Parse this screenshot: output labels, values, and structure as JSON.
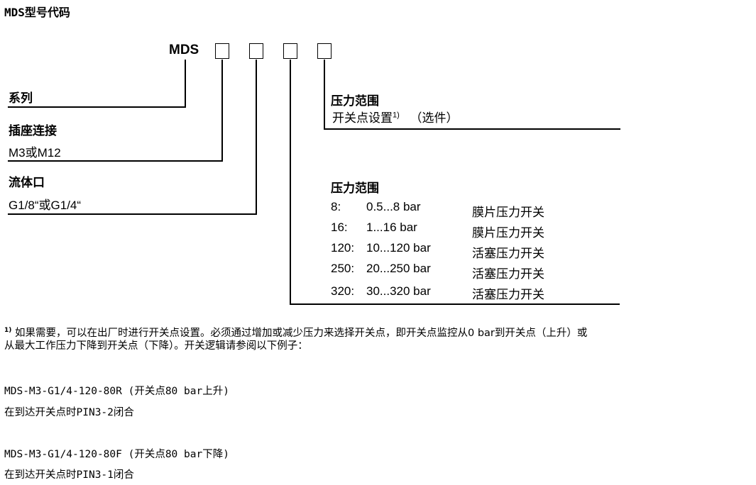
{
  "title": "MDS型号代码",
  "code": {
    "prefix": "MDS"
  },
  "series": {
    "label": "系列"
  },
  "connector": {
    "label": "插座连接",
    "value": "M3或M12"
  },
  "fluid_port": {
    "label": "流体口",
    "value": "G1/8“或G1/4“"
  },
  "setpoint": {
    "label": "压力范围",
    "text": "开关点设置",
    "sup": "1)",
    "optional": "（选件）"
  },
  "range": {
    "label": "压力范围",
    "rows": [
      {
        "code": "8:",
        "range": "0.5...8 bar",
        "type": "膜片压力开关"
      },
      {
        "code": "16:",
        "range": "1...16 bar",
        "type": "膜片压力开关"
      },
      {
        "code": "120:",
        "range": "10...120 bar",
        "type": "活塞压力开关"
      },
      {
        "code": "250:",
        "range": "20...250 bar",
        "type": "活塞压力开关"
      },
      {
        "code": "320:",
        "range": "30...320 bar",
        "type": "活塞压力开关"
      }
    ]
  },
  "footnote": {
    "marker": "1)",
    "line1": "如果需要，可以在出厂时进行开关点设置。必须通过增加或减少压力来选择开关点，即开关点监控从0 bar到开关点（上升）或",
    "line2": "从最大工作压力下降到开关点（下降）。开关逻辑请参阅以下例子："
  },
  "examples": [
    {
      "code": "MDS-M3-G1/4-120-80R (开关点80 bar上升)",
      "desc": "在到达开关点时PIN3-2闭合"
    },
    {
      "code": "MDS-M3-G1/4-120-80F (开关点80 bar下降)",
      "desc": "在到达开关点时PIN3-1闭合"
    }
  ]
}
